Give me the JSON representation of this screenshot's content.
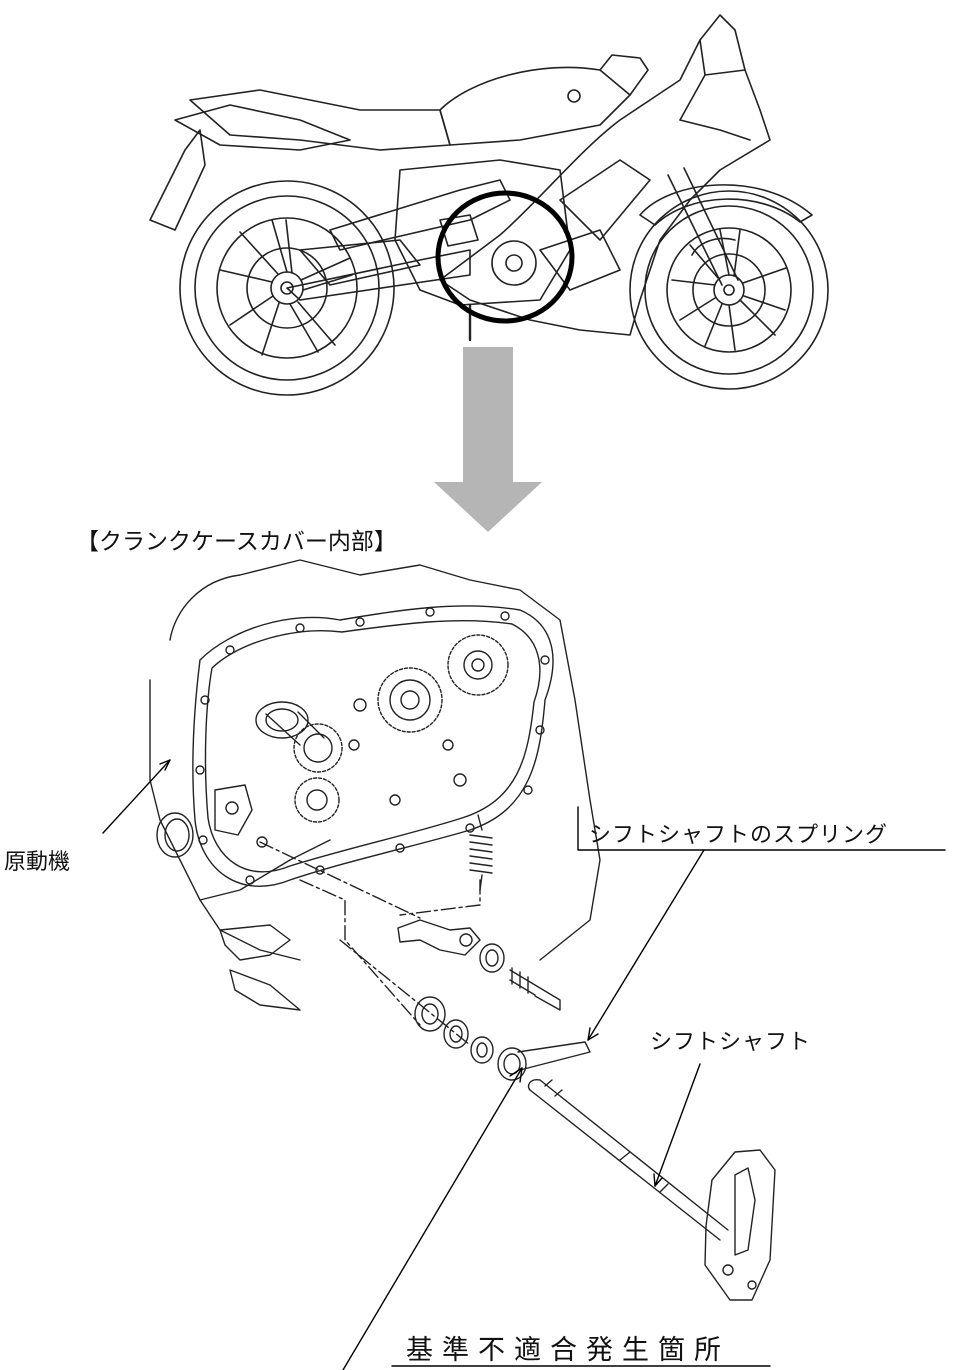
{
  "section_title": "【クランクケースカバー内部】",
  "callouts": {
    "engine": "原動機",
    "spring": "シフトシャフトのスプリング",
    "shaft": "シフトシャフト",
    "defect_location": "基準不適合発生箇所"
  }
}
